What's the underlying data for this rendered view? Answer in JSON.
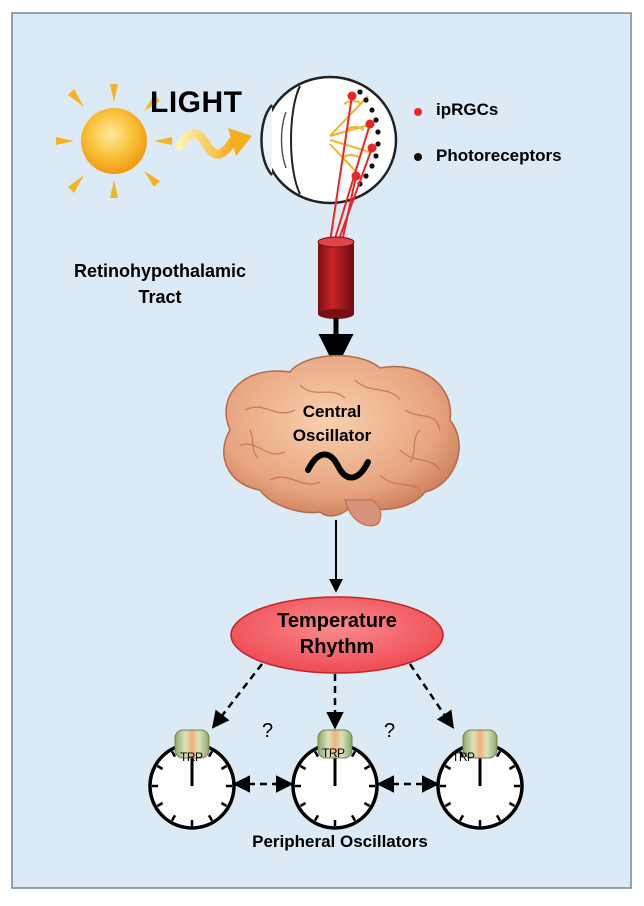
{
  "light_label": "LIGHT",
  "legend": {
    "iprgc_label": "ipRGCs",
    "photoreceptor_label": "Photoreceptors",
    "iprgc_color": "#e8262b",
    "photoreceptor_color": "#111111"
  },
  "tract": {
    "line1": "Retinohypothalamic",
    "line2": "Tract",
    "color": "#b8191e"
  },
  "central_oscillator": {
    "line1": "Central",
    "line2": "Oscillator"
  },
  "temperature_rhythm": {
    "line1": "Temperature",
    "line2": "Rhythm",
    "fill": "#f25c62"
  },
  "question_marks": [
    "?",
    "?"
  ],
  "clocks": [
    {
      "channel_label": "TRP"
    },
    {
      "channel_label": "TRP"
    },
    {
      "channel_label": "TRP"
    }
  ],
  "peripheral_label": "Peripheral Oscillators",
  "colors": {
    "panel_bg": "#dceaf5",
    "panel_border": "#7a8590",
    "sun": "#f5b321"
  }
}
